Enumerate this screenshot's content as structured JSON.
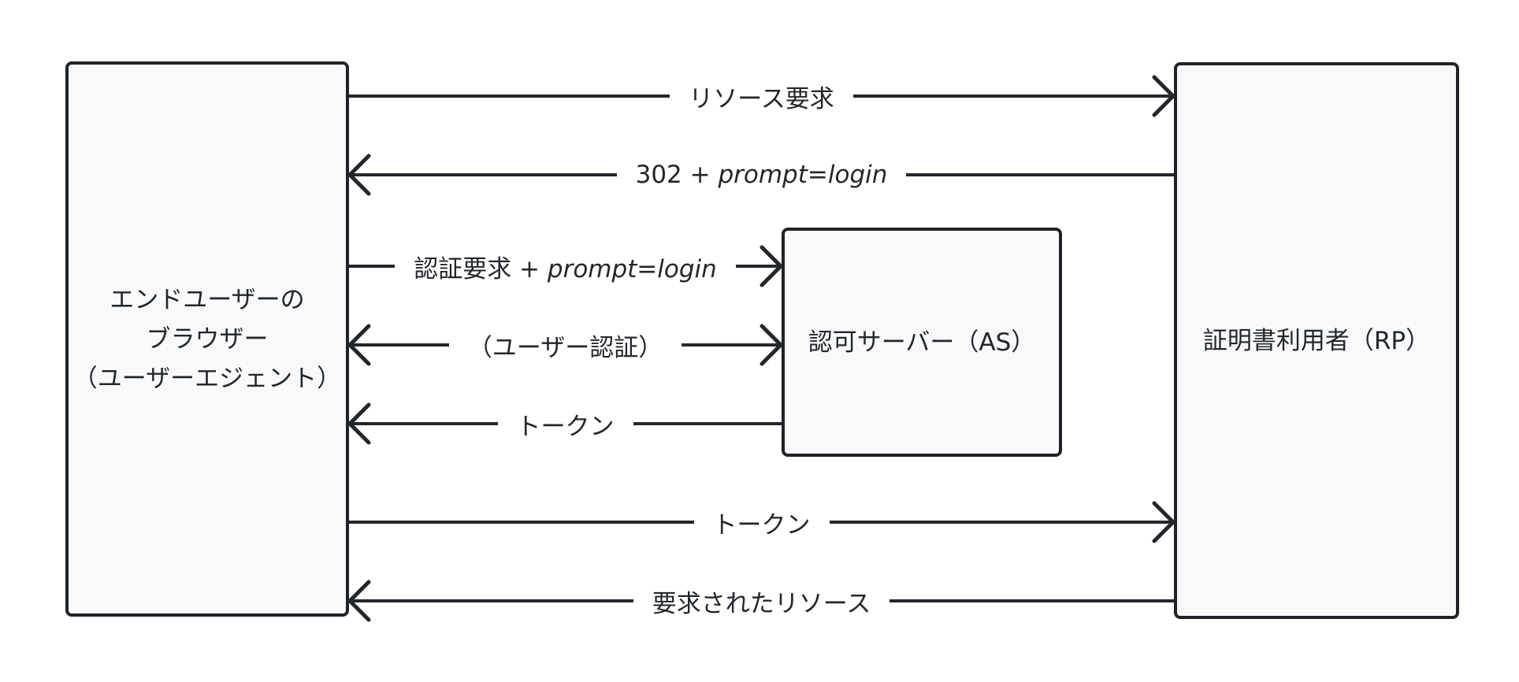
{
  "colors": {
    "background": "#ffffff",
    "box_fill": "#f8f9fa",
    "box_border": "#1f2327",
    "line": "#23272c",
    "text": "#23272c"
  },
  "nodes": {
    "browser": {
      "lines": [
        "エンドユーザーの",
        "ブラウザー",
        "（ユーザーエジェント）"
      ]
    },
    "auth_server": {
      "label": "認可サーバー（AS）"
    },
    "relying_party": {
      "label": "証明書利用者（RP）"
    }
  },
  "edges": [
    {
      "id": "resource-request",
      "direction": "right",
      "label": "リソース要求"
    },
    {
      "id": "redirect-302",
      "direction": "left",
      "label_prefix": "302 + ",
      "label_italic": "prompt=login"
    },
    {
      "id": "auth-request",
      "direction": "right",
      "label_prefix": "認証要求 + ",
      "label_italic": "prompt=login"
    },
    {
      "id": "user-auth",
      "direction": "both",
      "label": "（ユーザー認証）"
    },
    {
      "id": "token-from-as",
      "direction": "left",
      "label": "トークン"
    },
    {
      "id": "token-to-rp",
      "direction": "right",
      "label": "トークン"
    },
    {
      "id": "requested-resource",
      "direction": "left",
      "label": "要求されたリソース"
    }
  ]
}
